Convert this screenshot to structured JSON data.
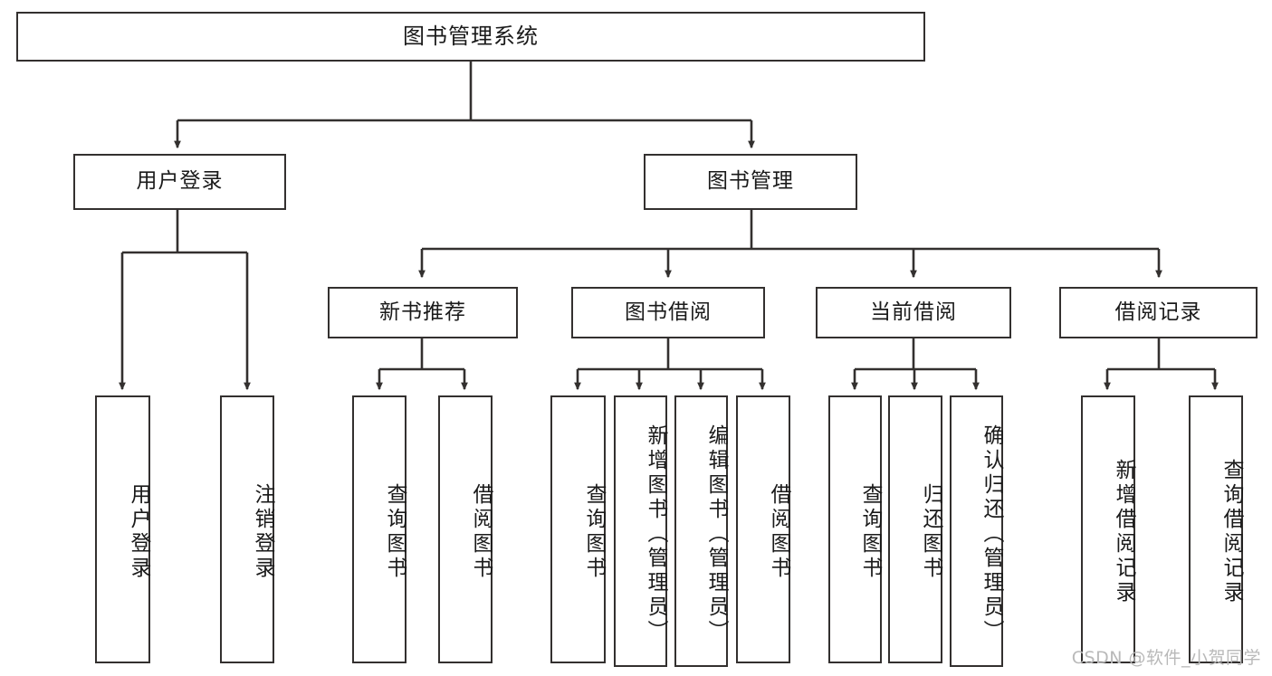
{
  "diagram": {
    "title": "图书管理系统",
    "type": "tree",
    "watermark": "CSDN @软件_小贺同学",
    "colors": {
      "box_border": "#33302f",
      "box_fill": "#ffffff",
      "edge": "#33302f",
      "text": "#1a1a1a",
      "watermark": "#b9b9b9",
      "background": "#ffffff"
    },
    "nodes": {
      "root": {
        "label": "图书管理系统",
        "orientation": "horizontal"
      },
      "level2": [
        {
          "label": "用户登录",
          "orientation": "horizontal"
        },
        {
          "label": "图书管理",
          "orientation": "horizontal"
        }
      ],
      "level3": [
        {
          "label": "新书推荐",
          "orientation": "horizontal"
        },
        {
          "label": "图书借阅",
          "orientation": "horizontal"
        },
        {
          "label": "当前借阅",
          "orientation": "horizontal"
        },
        {
          "label": "借阅记录",
          "orientation": "horizontal"
        }
      ],
      "leaves": [
        {
          "label": "用户登录",
          "orientation": "vertical",
          "parent": "用户登录"
        },
        {
          "label": "注销登录",
          "orientation": "vertical",
          "parent": "用户登录"
        },
        {
          "label": "查询图书",
          "orientation": "vertical",
          "parent": "新书推荐"
        },
        {
          "label": "借阅图书",
          "orientation": "vertical",
          "parent": "新书推荐"
        },
        {
          "label": "查询图书",
          "orientation": "vertical",
          "parent": "图书借阅"
        },
        {
          "label": "新增图书（管理员）",
          "orientation": "vertical",
          "parent": "图书借阅"
        },
        {
          "label": "编辑图书（管理员）",
          "orientation": "vertical",
          "parent": "图书借阅"
        },
        {
          "label": "借阅图书",
          "orientation": "vertical",
          "parent": "图书借阅"
        },
        {
          "label": "查询图书",
          "orientation": "vertical",
          "parent": "当前借阅"
        },
        {
          "label": "归还图书",
          "orientation": "vertical",
          "parent": "当前借阅"
        },
        {
          "label": "确认归还（管理员）",
          "orientation": "vertical",
          "parent": "当前借阅"
        },
        {
          "label": "新增借阅记录",
          "orientation": "vertical",
          "parent": "借阅记录"
        },
        {
          "label": "查询借阅记录",
          "orientation": "vertical",
          "parent": "借阅记录"
        }
      ]
    }
  }
}
